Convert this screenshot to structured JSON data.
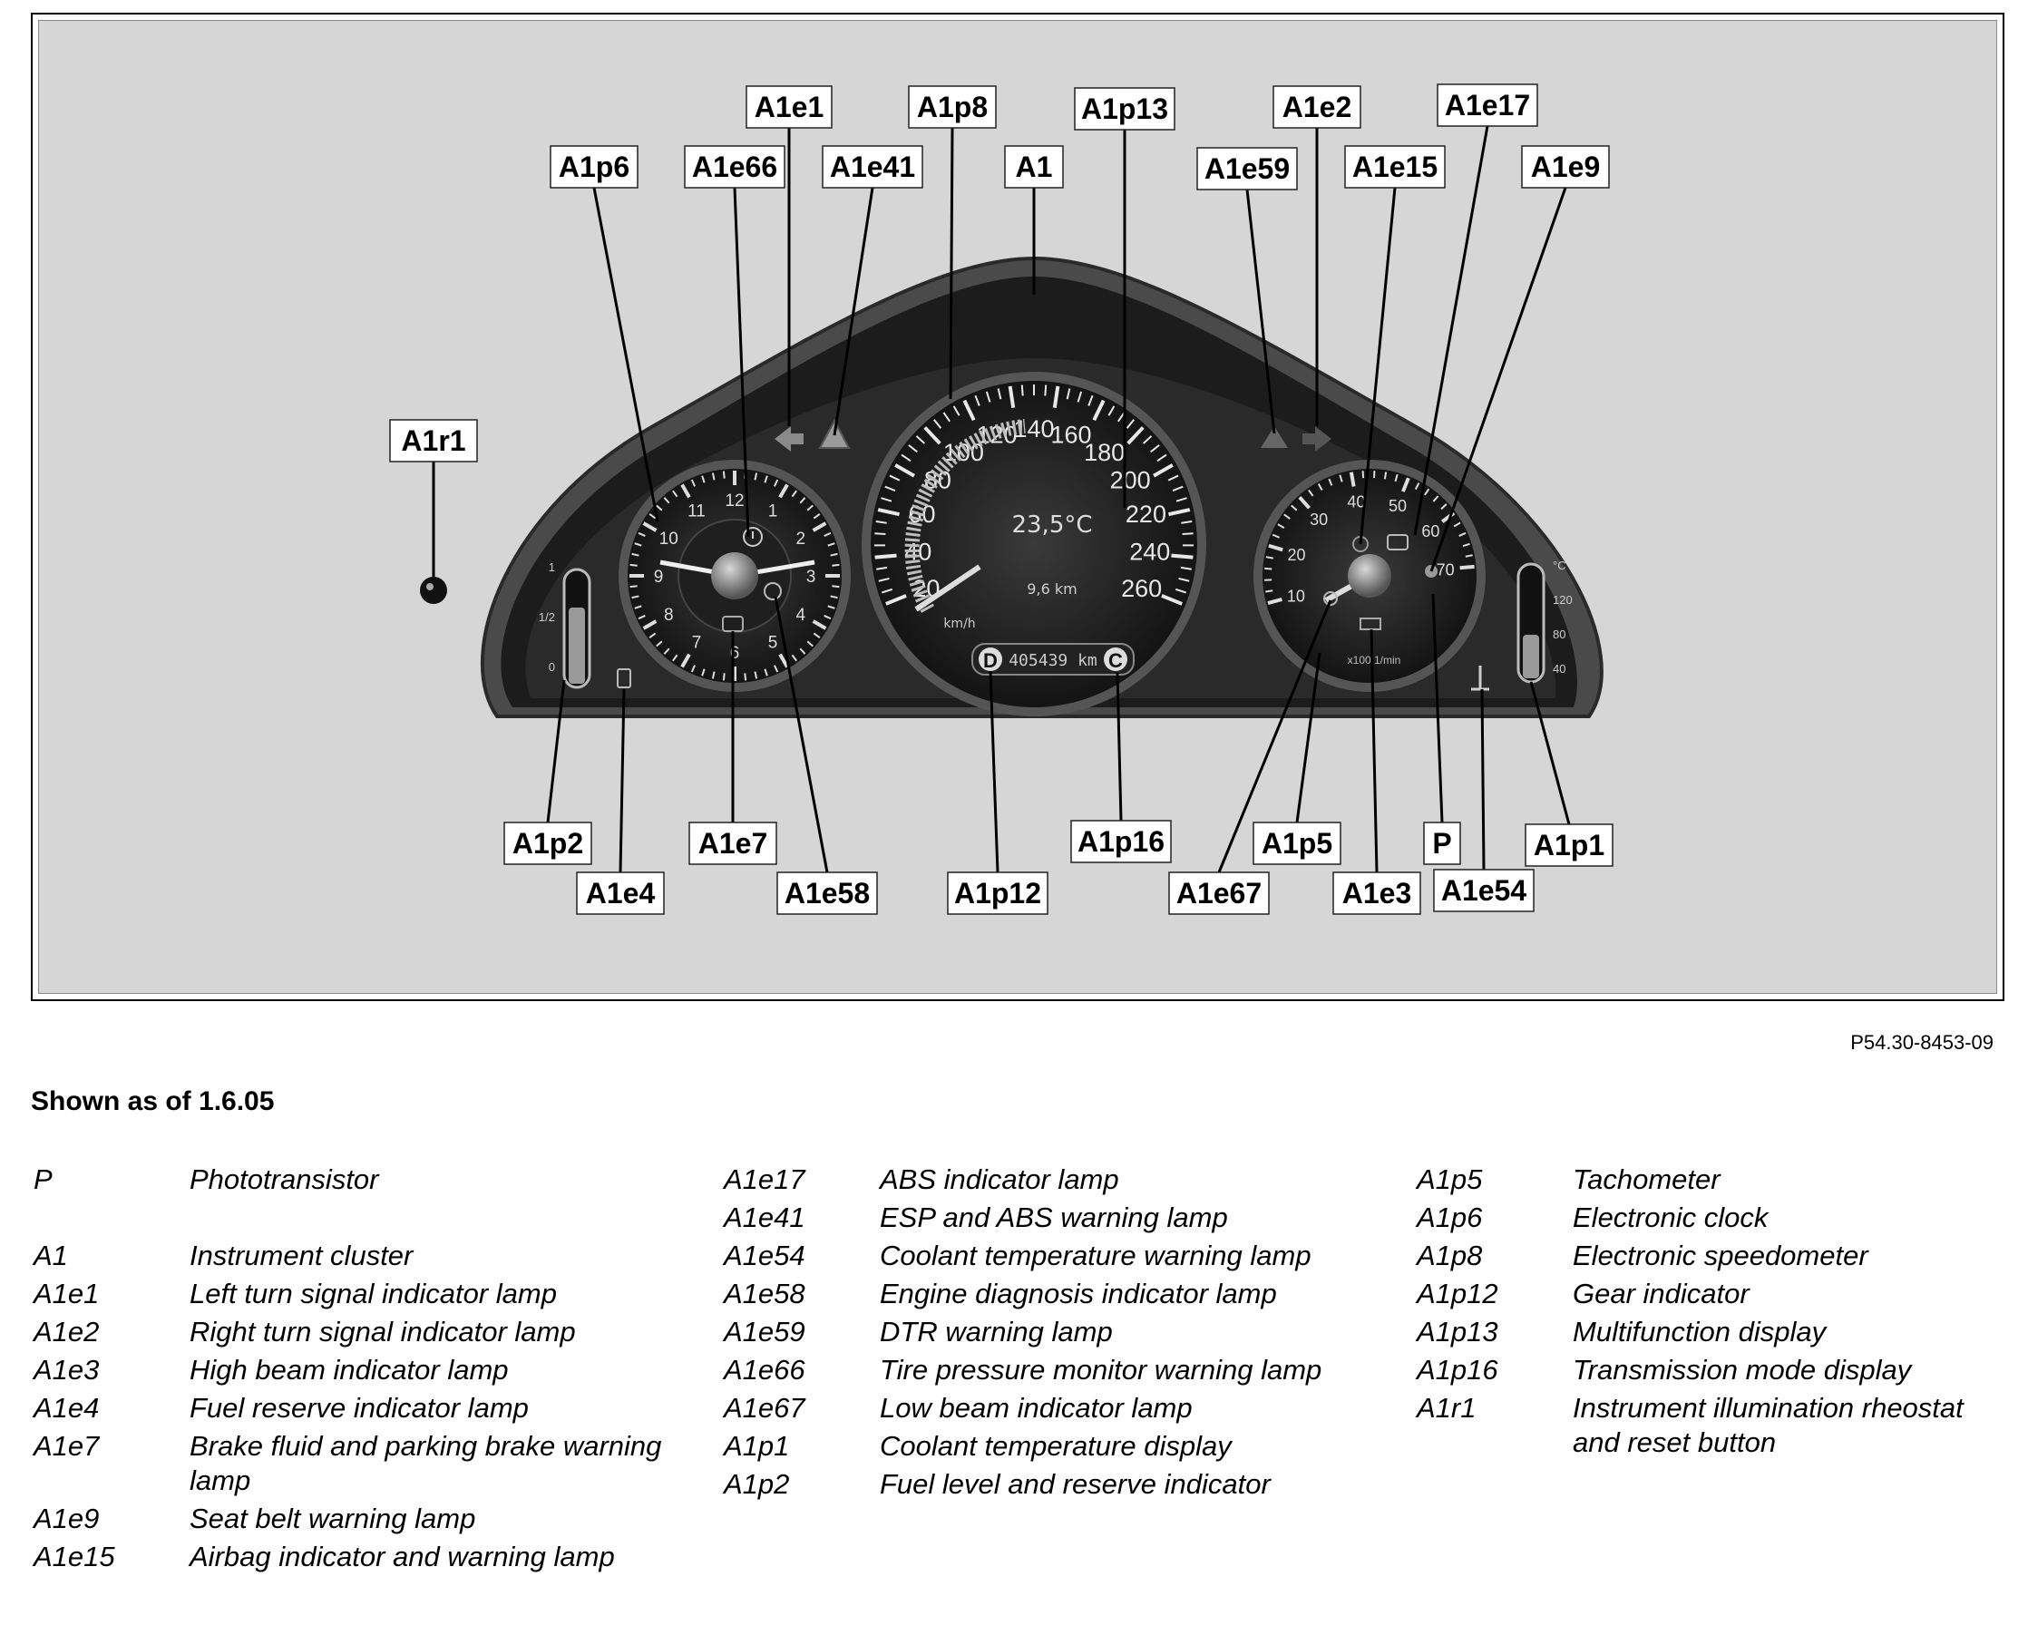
{
  "figure": {
    "reference_code": "P54.30-8453-09",
    "shown_as": "Shown as of  1.6.05"
  },
  "callouts": {
    "A1e1": "A1e1",
    "A1p8": "A1p8",
    "A1p13": "A1p13",
    "A1e2": "A1e2",
    "A1e17": "A1e17",
    "A1p6": "A1p6",
    "A1e66": "A1e66",
    "A1e41": "A1e41",
    "A1": "A1",
    "A1e59": "A1e59",
    "A1e15": "A1e15",
    "A1e9": "A1e9",
    "A1r1": "A1r1",
    "A1p2": "A1p2",
    "A1e7": "A1e7",
    "A1p16": "A1p16",
    "A1p5": "A1p5",
    "P": "P",
    "A1p1": "A1p1",
    "A1e4": "A1e4",
    "A1e58": "A1e58",
    "A1p12": "A1p12",
    "A1e67": "A1e67",
    "A1e3": "A1e3",
    "A1e54": "A1e54"
  },
  "cluster": {
    "clock_numbers": [
      "11",
      "12",
      "1",
      "2",
      "3",
      "4",
      "5",
      "6",
      "7",
      "8",
      "9",
      "10"
    ],
    "speed_labels": [
      "20",
      "40",
      "60",
      "80",
      "100",
      "120",
      "140",
      "160",
      "180",
      "200",
      "220",
      "240",
      "260"
    ],
    "speed_unit": "km/h",
    "temperature": "23,5°C",
    "trip": "9,6 km",
    "odometer": "405439 km",
    "gear_left": "D",
    "gear_right": "C",
    "tacho_labels": [
      "10",
      "20",
      "30",
      "40",
      "50",
      "60",
      "70"
    ],
    "tacho_unit": "x100 1/min",
    "fuel_labels": [
      "1",
      "1/2",
      "0"
    ],
    "coolant_labels": [
      "°C",
      "120",
      "80",
      "40"
    ]
  },
  "legend": {
    "col1": [
      {
        "code": "P",
        "text": "Phototransistor"
      },
      {
        "code": "A1",
        "text": "Instrument cluster"
      },
      {
        "code": "A1e1",
        "text": "Left turn signal indicator lamp"
      },
      {
        "code": "A1e2",
        "text": "Right turn signal indicator lamp"
      },
      {
        "code": "A1e3",
        "text": "High beam indicator lamp"
      },
      {
        "code": "A1e4",
        "text": "Fuel reserve indicator lamp"
      },
      {
        "code": "A1e7",
        "text": "Brake fluid and parking brake warning lamp"
      },
      {
        "code": "A1e9",
        "text": "Seat belt warning lamp"
      },
      {
        "code": "A1e15",
        "text": "Airbag indicator and warning lamp"
      }
    ],
    "col2": [
      {
        "code": "A1e17",
        "text": "ABS indicator lamp"
      },
      {
        "code": "A1e41",
        "text": "ESP and ABS warning lamp"
      },
      {
        "code": "A1e54",
        "text": "Coolant temperature warning lamp"
      },
      {
        "code": "A1e58",
        "text": "Engine diagnosis indicator lamp"
      },
      {
        "code": "A1e59",
        "text": "DTR warning lamp"
      },
      {
        "code": "A1e66",
        "text": "Tire pressure monitor warning lamp"
      },
      {
        "code": "A1e67",
        "text": "Low beam indicator lamp"
      },
      {
        "code": "A1p1",
        "text": "Coolant temperature display"
      },
      {
        "code": "A1p2",
        "text": "Fuel level and reserve indicator"
      }
    ],
    "col3": [
      {
        "code": "A1p5",
        "text": "Tachometer"
      },
      {
        "code": "A1p6",
        "text": "Electronic clock"
      },
      {
        "code": "A1p8",
        "text": "Electronic speedometer"
      },
      {
        "code": "A1p12",
        "text": "Gear indicator"
      },
      {
        "code": "A1p13",
        "text": "Multifunction display"
      },
      {
        "code": "A1p16",
        "text": "Transmission mode display"
      },
      {
        "code": "A1r1",
        "text": "Instrument illumination rheostat and reset button"
      }
    ]
  }
}
